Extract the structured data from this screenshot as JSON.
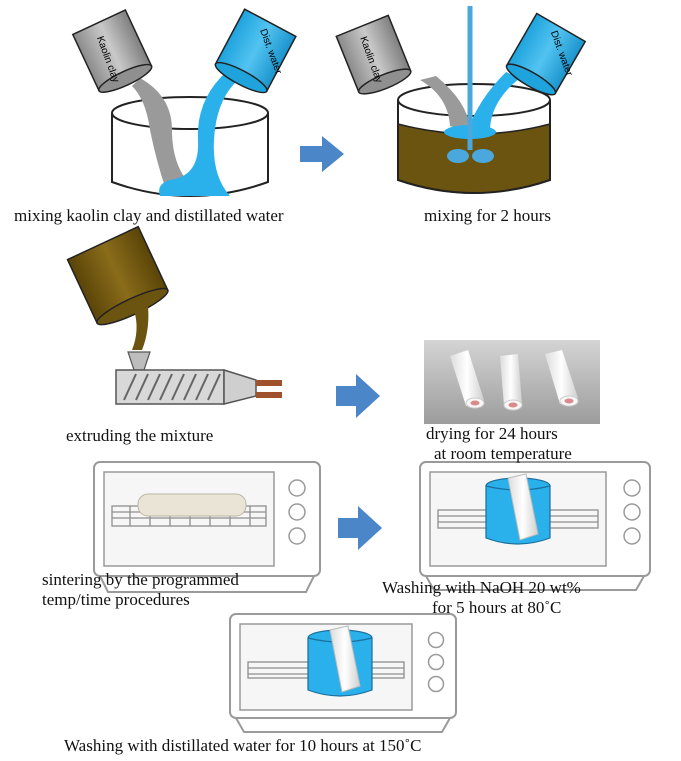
{
  "labels": {
    "kaolin_cup_1": "Kaolin clay",
    "water_cup_1": "Dist. water",
    "kaolin_cup_2": "Kaolin clay",
    "water_cup_2": "Dist. water"
  },
  "steps": {
    "s1": "mixing kaolin clay and distillated water",
    "s2": "mixing for 2 hours",
    "s3": "extruding the mixture",
    "s4_line1": "drying for 24 hours",
    "s4_line2": "at room temperature",
    "s5_line1": "sintering by the programmed",
    "s5_line2": "temp/time procedures",
    "s6_line1": "Washing with NaOH 20 wt%",
    "s6_line2": "for 5 hours at 80˚C",
    "s7": "Washing with distillated water for 10 hours at 150˚C"
  },
  "colors": {
    "arrow": "#4a86c8",
    "water": "#29aee8",
    "clay": "#999999",
    "slurry": "#6b5410",
    "tube": "#f2f2f2",
    "tube_inner": "#d98b8b"
  }
}
